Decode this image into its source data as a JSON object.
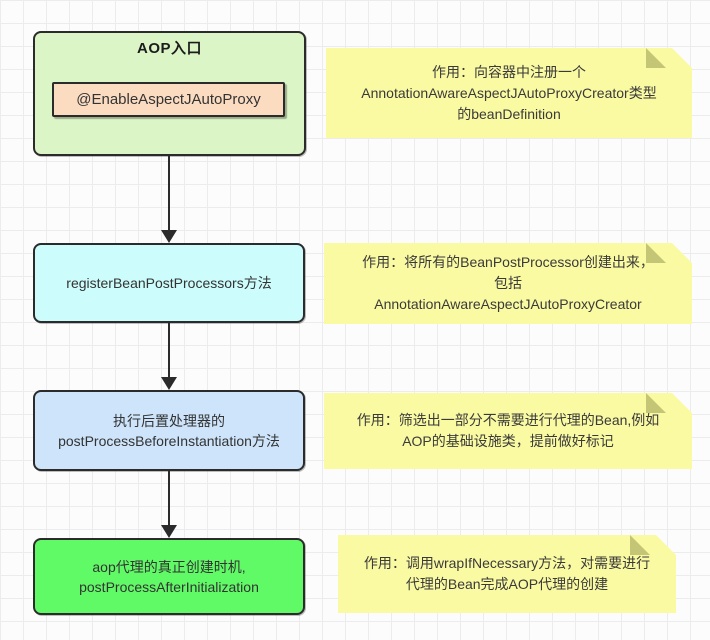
{
  "diagram": {
    "entry_box": {
      "title": "AOP入口",
      "annotation_label": "@EnableAspectJAutoProxy"
    },
    "step_boxes": [
      {
        "lines": [
          "registerBeanPostProcessors方法"
        ]
      },
      {
        "lines": [
          "执行后置处理器的",
          "postProcessBeforeInstantiation方法"
        ]
      },
      {
        "lines": [
          "aop代理的真正创建时机,",
          "postProcessAfterInitialization"
        ]
      }
    ],
    "notes": [
      {
        "lines": [
          "作用：向容器中注册一个",
          "AnnotationAwareAspectJAutoProxyCreator类型",
          "的beanDefinition"
        ]
      },
      {
        "lines": [
          "作用：将所有的BeanPostProcessor创建出来，",
          "包括",
          "AnnotationAwareAspectJAutoProxyCreator"
        ]
      },
      {
        "lines": [
          "作用：筛选出一部分不需要进行代理的Bean,例如",
          "AOP的基础设施类，提前做好标记"
        ]
      },
      {
        "lines": [
          "作用：调用wrapIfNecessary方法，对需要进行",
          "代理的Bean完成AOP代理的创建"
        ]
      }
    ],
    "colors": {
      "entry_fill": "#dcf5c7",
      "badge_fill": "#fbdcc1",
      "register_fill": "#ccfcfc",
      "before_fill": "#cde4fa",
      "after_fill": "#61fa67",
      "note_fill": "#fafaa3",
      "note_fold": "#c5c576",
      "border": "#2b2b2b",
      "grid_line": "#ececec",
      "background": "#fcfcfc"
    }
  }
}
